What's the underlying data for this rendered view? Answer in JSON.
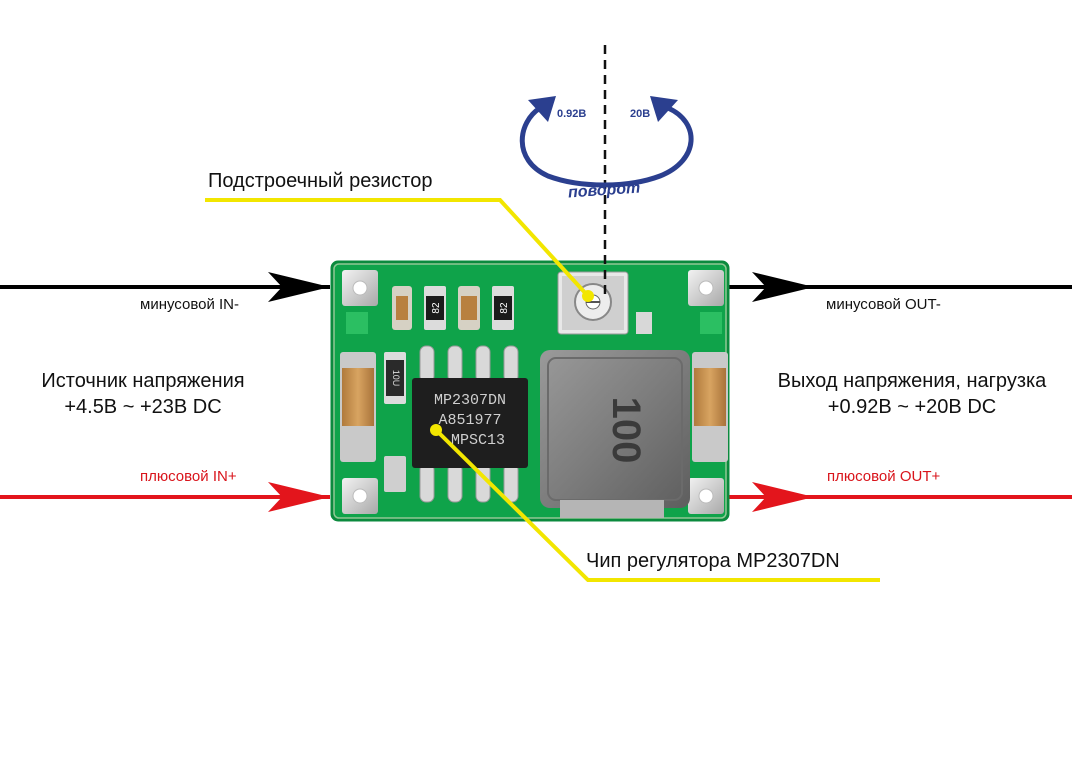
{
  "labels": {
    "trimmer": "Подстроечный резистор",
    "chip": "Чип регулятора MP2307DN",
    "in_minus": "минусовой IN-",
    "in_plus": "плюсовой IN+",
    "out_minus": "минусовой OUT-",
    "out_plus": "плюсовой OUT+",
    "source_line1": "Источник напряжения",
    "source_line2": "+4.5В ~ +23В DC",
    "output_line1": "Выход напряжения, нагрузка",
    "output_line2": "+0.92В ~ +20В DC"
  },
  "rotation": {
    "min_value": "0.92В",
    "max_value": "20В",
    "word": "поворот"
  },
  "board_marks": {
    "chip_line1": "MP2307DN",
    "chip_line2": "A851977",
    "chip_line3": "MPSC13",
    "inductor": "100",
    "resistor_1": "82",
    "resistor_2": "82",
    "cap_left": "10U"
  },
  "colors": {
    "pcb": "#0fa34a",
    "wire_negative": "#000000",
    "wire_positive": "#e3151c",
    "leader": "#f2e600",
    "rotation_arrow": "#2b3f8f"
  }
}
